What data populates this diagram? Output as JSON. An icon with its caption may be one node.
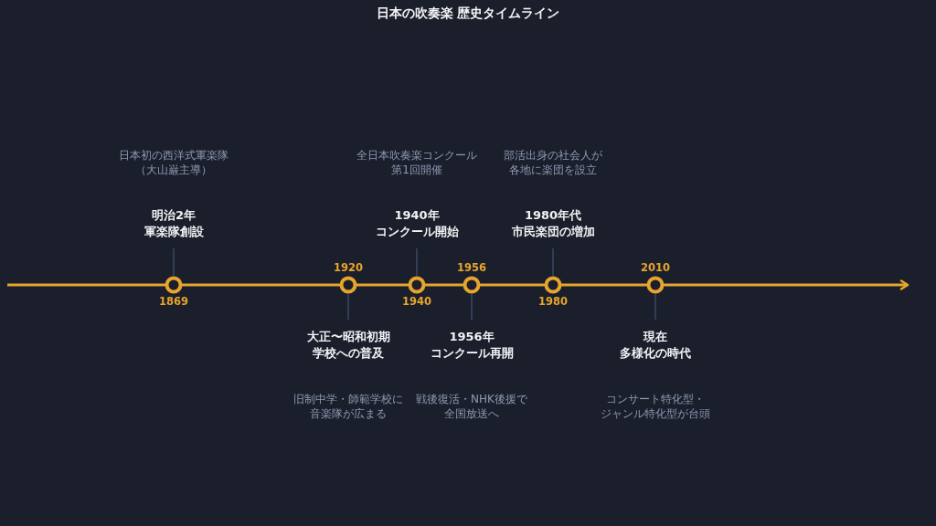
{
  "diagram": {
    "title": "日本の吹奏楽 歴史タイムライン",
    "nodes": [
      {
        "text": [
          "日本初の西洋式軍楽隊（大山巌主導）",
          "明治2年軍楽隊創設"
        ]
      },
      {
        "text": [],
        "shape": "circle",
        "beside": [
          "1869"
        ]
      },
      {
        "text": [],
        "shape": "circle",
        "beside": [
          "1920"
        ]
      },
      {
        "text": [
          "大正〜昭和初期学校への普及",
          "旧制中学・師範学校に音楽隊が広まる"
        ]
      },
      {
        "text": [
          "全日本吹奏楽コンクール第1回開催",
          "1940年コンクール開始"
        ]
      },
      {
        "text": [],
        "shape": "circle",
        "beside": [
          "1940"
        ]
      },
      {
        "text": [],
        "shape": "circle",
        "beside": [
          "1956"
        ]
      },
      {
        "text": [
          "1956年コンクール再開",
          "戦後復活・NHK後援で全国放送へ"
        ]
      },
      {
        "text": [
          "部活出身の社会人が各地に楽団を設立",
          "1980年代市民楽団の増加"
        ]
      },
      {
        "text": [],
        "shape": "circle",
        "beside": [
          "1980"
        ]
      },
      {
        "text": [],
        "shape": "circle",
        "beside": [
          "2010"
        ]
      },
      {
        "text": [
          "現在多様化の時代",
          "コンサート特化型・ジャンル特化型が台頭"
        ]
      }
    ],
    "edges": [
      {
        "from": 1,
        "to": 0,
        "arrow": "none"
      },
      {
        "from": 2,
        "to": 3,
        "arrow": "none"
      },
      {
        "from": 5,
        "to": 4,
        "arrow": "none"
      },
      {
        "from": 6,
        "to": 7,
        "arrow": "none"
      },
      {
        "from": 9,
        "to": 8,
        "arrow": "none"
      },
      {
        "from": 10,
        "to": 11,
        "arrow": "none"
      }
    ]
  }
}
